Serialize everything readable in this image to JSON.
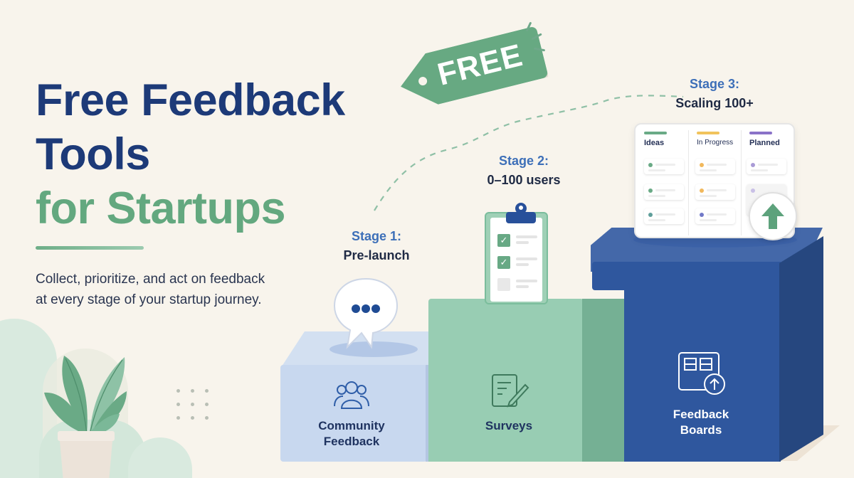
{
  "hero": {
    "title_line1": "Free Feedback",
    "title_line2": "Tools",
    "title_line3": "for Startups",
    "subtitle_line1": "Collect, prioritize, and act on feedback",
    "subtitle_line2": "at every stage of your startup journey."
  },
  "tag": {
    "label": "FREE"
  },
  "stages": [
    {
      "number": "Stage 1:",
      "description": "Pre-launch",
      "tool_line1": "Community",
      "tool_line2": "Feedback",
      "icon": "community-icon"
    },
    {
      "number": "Stage 2:",
      "description": "0–100 users",
      "tool_line1": "Surveys",
      "tool_line2": "",
      "icon": "survey-icon"
    },
    {
      "number": "Stage 3:",
      "description": "Scaling 100+",
      "tool_line1": "Feedback",
      "tool_line2": "Boards",
      "icon": "feedback-board-icon"
    }
  ],
  "board": {
    "columns": [
      {
        "title": "Ideas",
        "color": "#6aaa86"
      },
      {
        "title": "In Progress",
        "color": "#f1c35c"
      },
      {
        "title": "Planned",
        "color": "#8a72c8"
      }
    ]
  },
  "colors": {
    "navy": "#1d3a78",
    "green": "#63a87f",
    "stage_blue": "#3d6fb8",
    "block1": "#c8d8ef",
    "block2": "#98cdb3",
    "block3": "#2f579e",
    "background": "#f8f4ec"
  }
}
